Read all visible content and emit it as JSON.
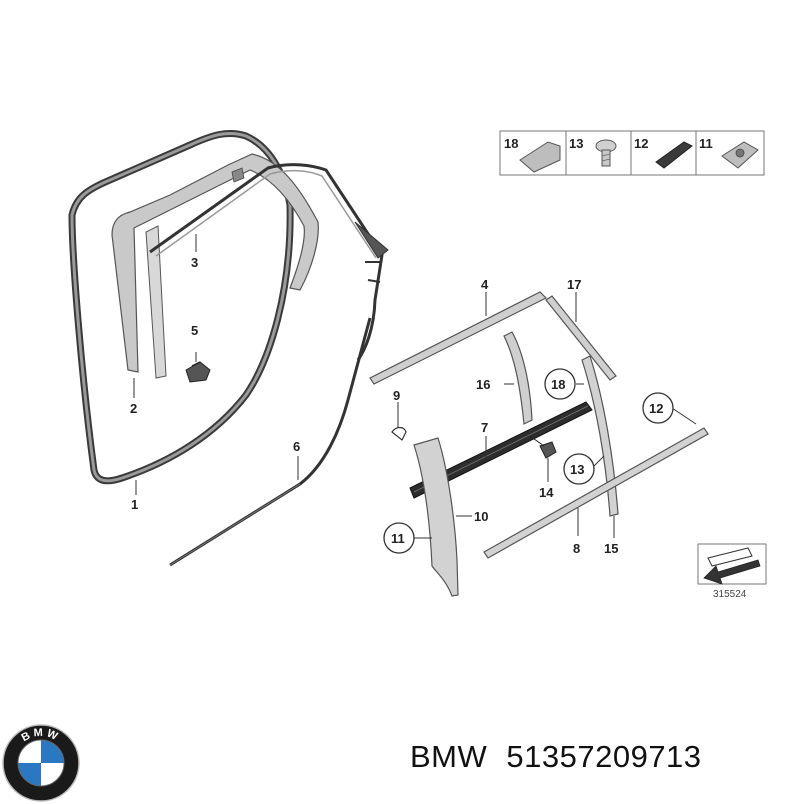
{
  "diagram": {
    "callouts": {
      "c1": "1",
      "c2": "2",
      "c3": "3",
      "c4": "4",
      "c5": "5",
      "c6": "6",
      "c7": "7",
      "c8": "8",
      "c9": "9",
      "c10": "10",
      "c11": "11",
      "c12": "12",
      "c13": "13",
      "c14": "14",
      "c15": "15",
      "c16": "16",
      "c17": "17",
      "c18": "18"
    },
    "legend": [
      "18",
      "13",
      "12",
      "11"
    ],
    "drawing_code": "315524"
  },
  "logo": {
    "text": "BMW",
    "colors": {
      "blue": "#2a78c2",
      "white": "#ffffff",
      "ring": "#1a1a1a"
    }
  },
  "caption": {
    "brand": "BMW",
    "part_number": "51357209713"
  }
}
